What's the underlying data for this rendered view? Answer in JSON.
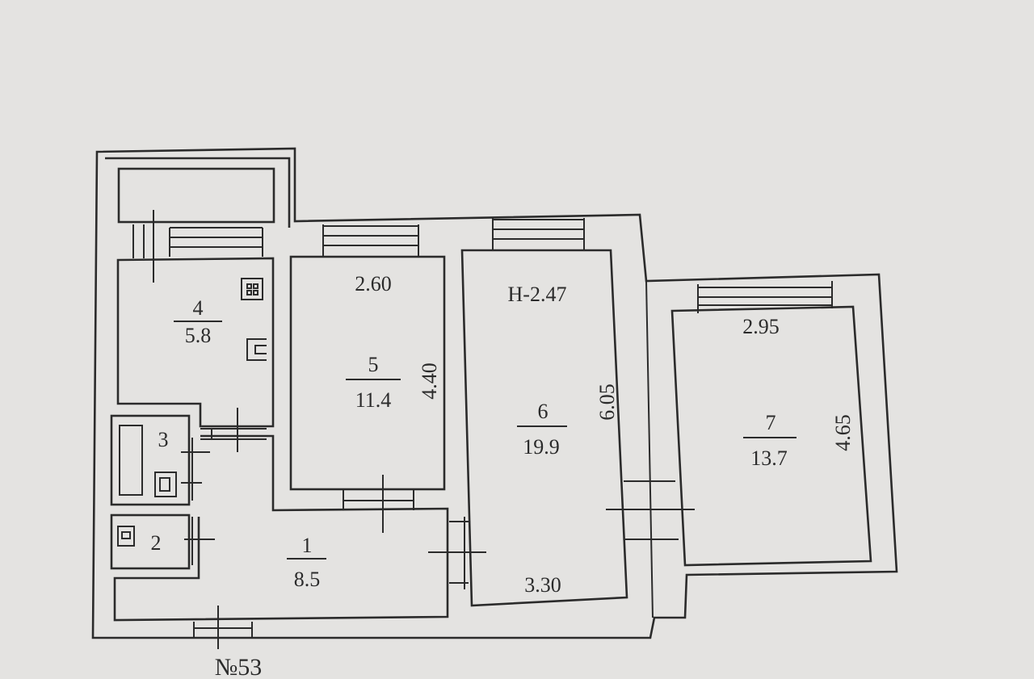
{
  "rooms": [
    {
      "number": "1",
      "area": "8.5"
    },
    {
      "number": "2"
    },
    {
      "number": "3"
    },
    {
      "number": "4",
      "area": "5.8"
    },
    {
      "number": "5",
      "area": "11.4"
    },
    {
      "number": "6",
      "area": "19.9"
    },
    {
      "number": "7",
      "area": "13.7"
    }
  ],
  "dimensions": {
    "room5_width": "2.60",
    "room5_length": "4.40",
    "ceiling_height": "Н-2.47",
    "room6_length": "6.05",
    "room6_width": "3.30",
    "room7_width": "2.95",
    "room7_length": "4.65"
  },
  "apartment_label": "№53"
}
